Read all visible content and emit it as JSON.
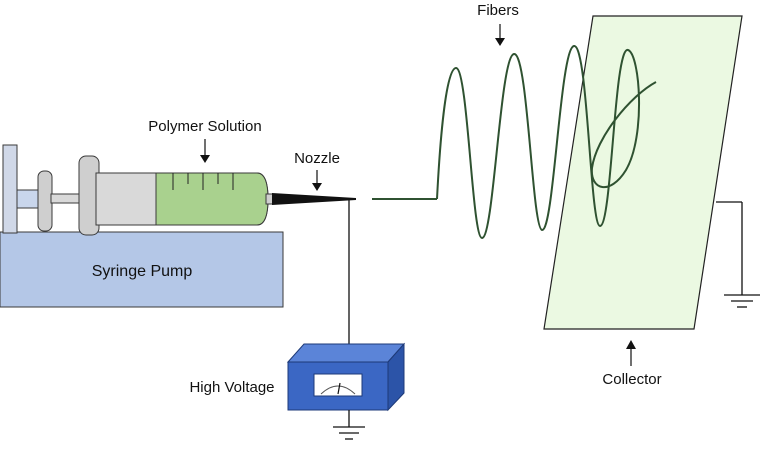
{
  "labels": {
    "polymer_solution": "Polymer Solution",
    "nozzle": "Nozzle",
    "fibers": "Fibers",
    "syringe_pump": "Syringe Pump",
    "high_voltage": "High Voltage",
    "collector": "Collector"
  },
  "colors": {
    "pump_fill": "#b4c7e7",
    "solution_fill": "#a9d18e",
    "syringe_body": "#d9d9d9",
    "collector_fill": "#ebf9e2",
    "voltage_box": "#3b67c4",
    "fiber_stroke": "#2f5231"
  }
}
